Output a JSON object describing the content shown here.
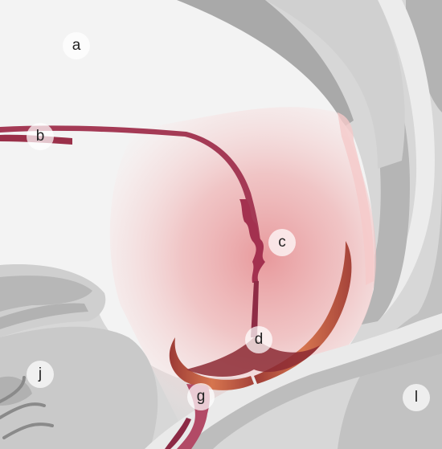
{
  "diagram": {
    "labels": {
      "a": "a",
      "b": "b",
      "c": "c",
      "d": "d",
      "g": "g",
      "j": "j",
      "l": "l"
    },
    "colors": {
      "background_gray": "#dcdcdc",
      "dark_gray": "#a8a8a8",
      "mid_gray": "#c4c4c4",
      "light_gray": "#eeeeee",
      "pink_glow": "#e9a0a2",
      "vessel_red": "#a0344e",
      "muscle_orange": "#c76648",
      "deep_red": "#8c2240"
    }
  }
}
